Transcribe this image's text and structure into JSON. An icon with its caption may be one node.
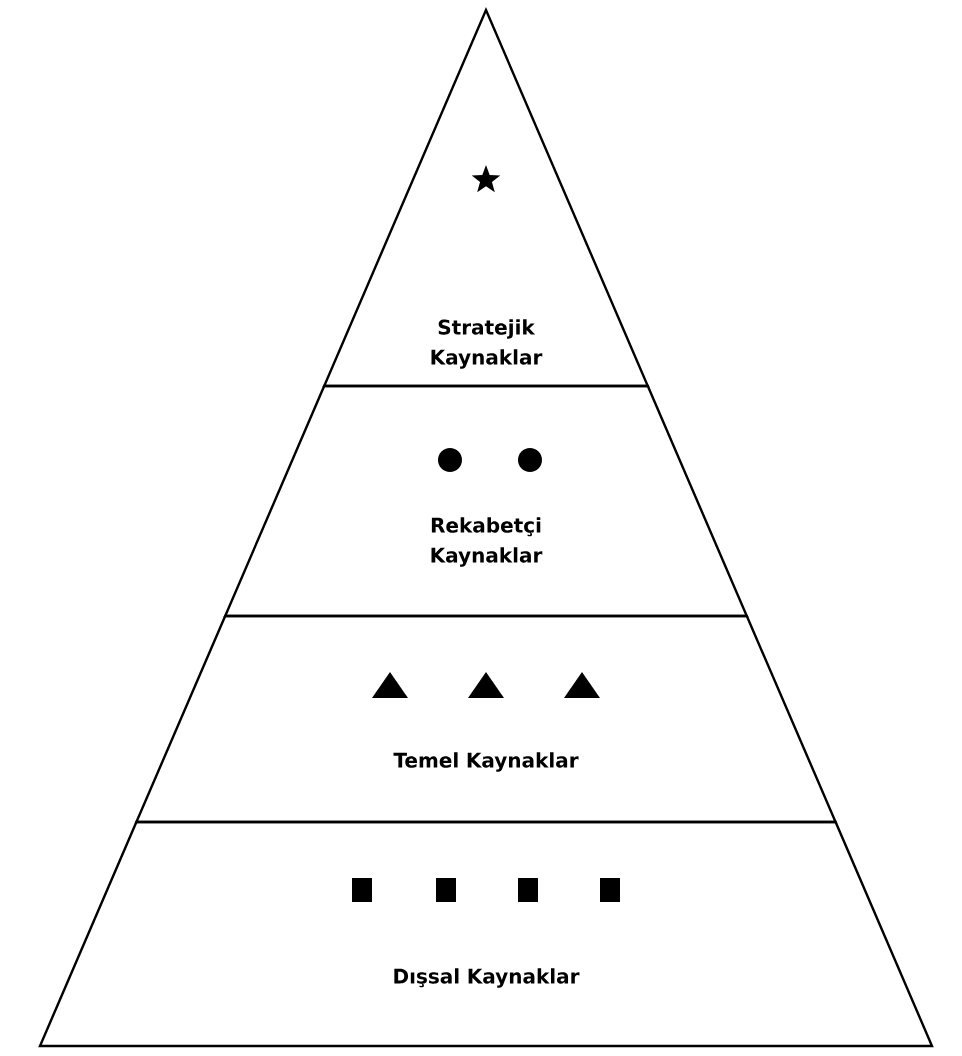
{
  "diagram": {
    "nodes": [
      {
        "text": [
          "Stratejik Kaynaklar"
        ]
      },
      {
        "text": [
          "Rekabetçi Kaynaklar"
        ]
      },
      {
        "text": [
          "Temel Kaynaklar"
        ]
      },
      {
        "text": [
          "Dışsal Kaynaklar"
        ]
      }
    ]
  }
}
